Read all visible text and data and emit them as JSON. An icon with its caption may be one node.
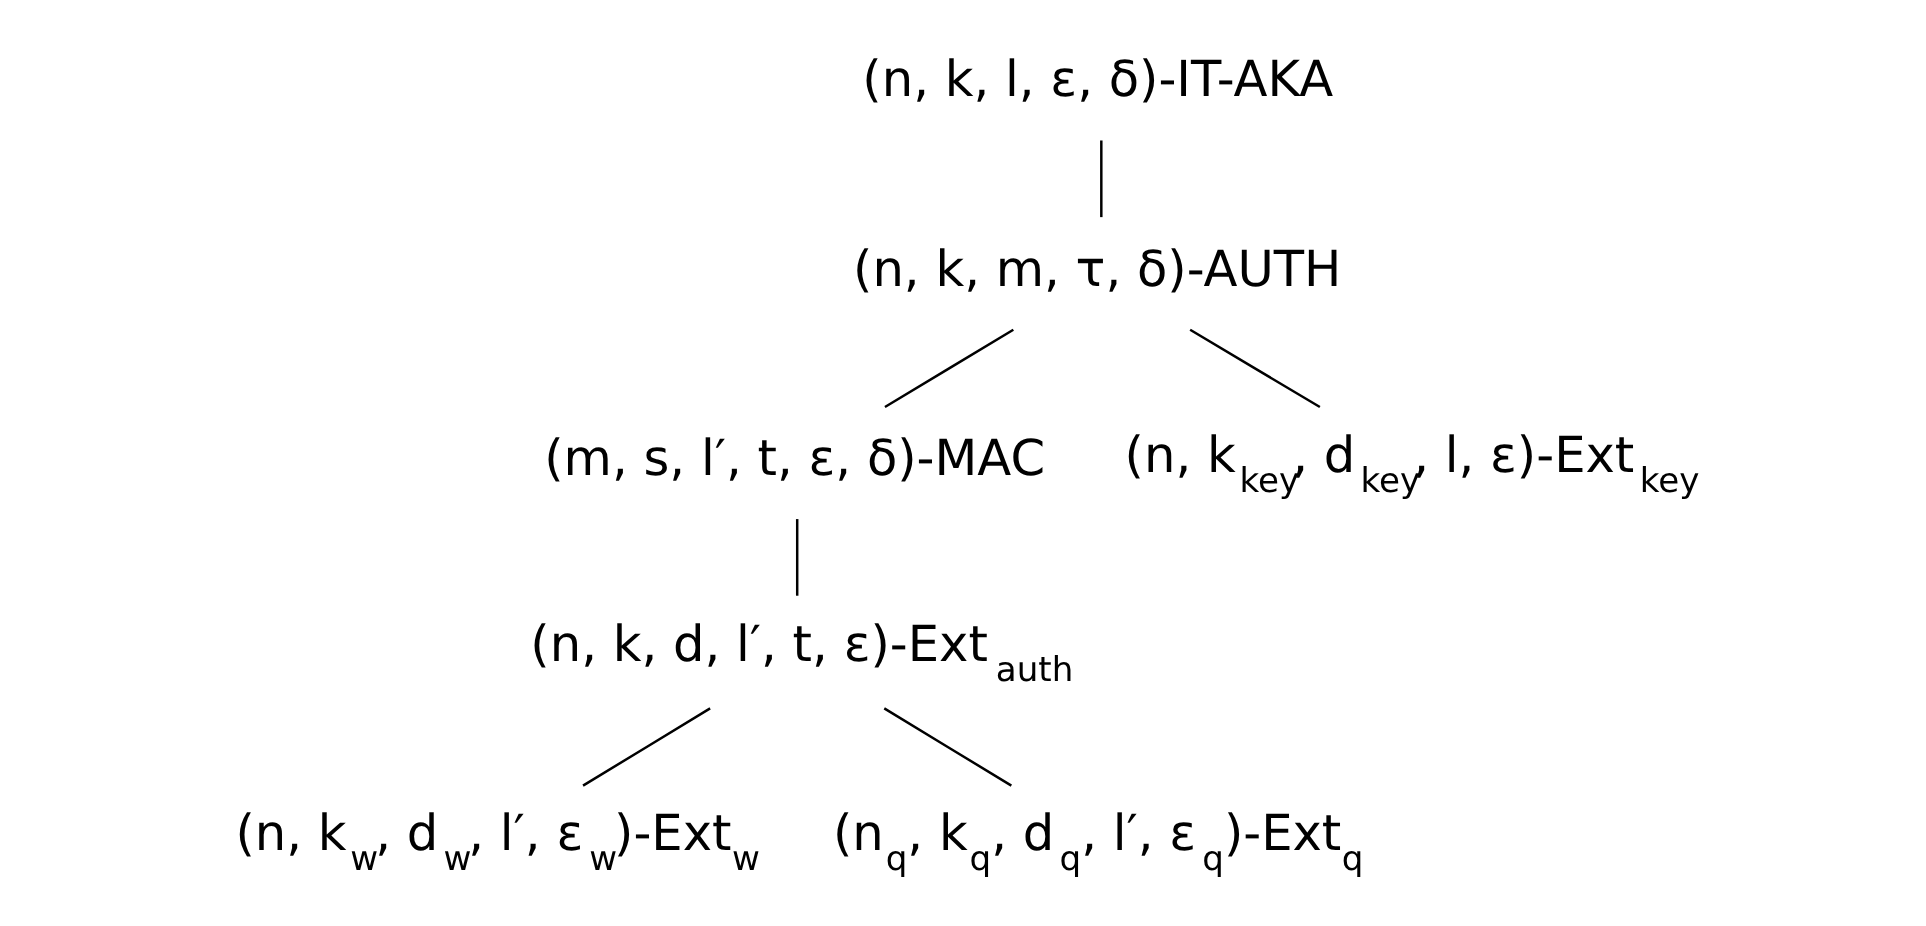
{
  "diagram": {
    "nodes": [
      {
        "text": [
          "(n, k, l, ε, δ)-IT-AKA"
        ]
      },
      {
        "text": [
          "(n, k, m, τ, δ)-AUTH"
        ]
      },
      {
        "text": [
          "(m, s, l′, t, ε, δ)-MAC"
        ]
      },
      {
        "text": [
          "(n, k$_{key}$, d$_{key}$, l, ε)-Ext$_{key}$"
        ]
      },
      {
        "text": [
          "(n, k, d, l′, t, ε)-Ext$_{auth}$"
        ]
      },
      {
        "text": [
          "(n, k$_{w}$, d$_{w}$, l′, ε$_{w}$)-Ext$_{w}$"
        ]
      },
      {
        "text": [
          "(n$_{q}$, k$_{q}$, d$_{q}$, l′, ε$_{q}$)-Ext$_{q}$"
        ]
      }
    ],
    "edges": [
      {
        "from": 0,
        "to": 1,
        "arrow": "none"
      },
      {
        "from": 1,
        "to": 2,
        "arrow": "none"
      },
      {
        "from": 1,
        "to": 3,
        "arrow": "none"
      },
      {
        "from": 2,
        "to": 4,
        "arrow": "none"
      },
      {
        "from": 4,
        "to": 5,
        "arrow": "none"
      },
      {
        "from": 4,
        "to": 6,
        "arrow": "none"
      }
    ]
  }
}
